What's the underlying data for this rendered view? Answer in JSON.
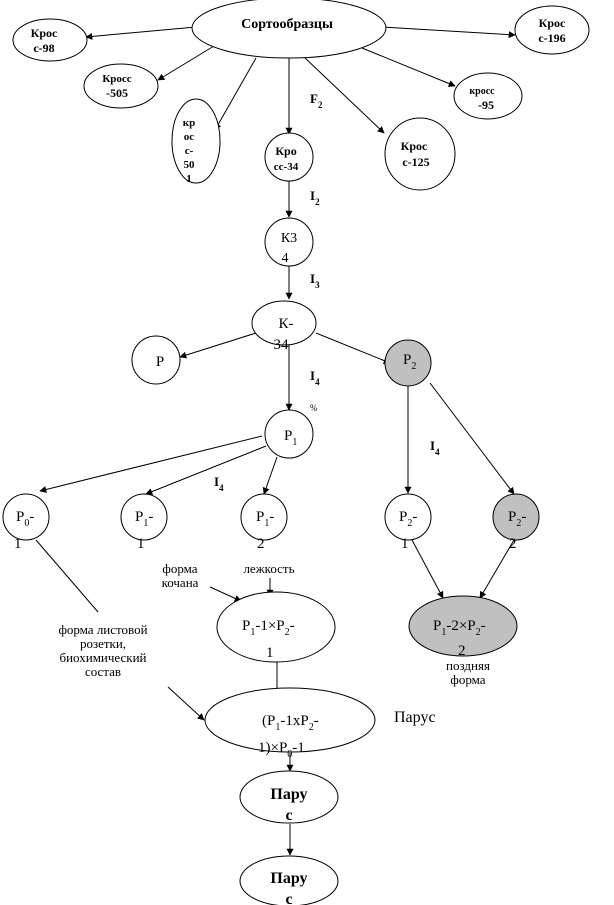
{
  "colors": {
    "stroke": "#000000",
    "fill": "#ffffff",
    "gray_fill": "#c0c0c0"
  },
  "nodes": {
    "root": "Сортообразцы",
    "kross98": [
      "Крос",
      "с-98"
    ],
    "kross196": [
      "Крос",
      "с-196"
    ],
    "kross505": [
      "Кросс",
      "-505"
    ],
    "kross95": [
      "кросс",
      "-95"
    ],
    "kross501": [
      "кр",
      "ос",
      "с-",
      "50",
      "1"
    ],
    "kross34": [
      "Кро",
      "сс-34"
    ],
    "kross125": [
      "Крос",
      "с-125"
    ],
    "k34a": [
      "К3",
      "4"
    ],
    "k34b": [
      "К-",
      "34"
    ],
    "p": "Р",
    "p1": {
      "base": "P",
      "sub": "1"
    },
    "p2top": {
      "base": "P",
      "sub": "2"
    },
    "p01": {
      "base": "P",
      "sub": "0",
      "tail": "-",
      "line2": "1"
    },
    "p11": {
      "base": "P",
      "sub": "1",
      "tail": "-",
      "line2": "1"
    },
    "p12": {
      "base": "P",
      "sub": "1",
      "tail": "-",
      "line2": "2"
    },
    "p21": {
      "base": "P",
      "sub": "2",
      "tail": "-",
      "line2": "1"
    },
    "p22": {
      "base": "P",
      "sub": "2",
      "tail": "-",
      "line2": "2"
    },
    "cross1": {
      "a": "P",
      "as": "1",
      "b": "-1×P",
      "bs": "2",
      "c": "-",
      "line2": "1"
    },
    "cross2": {
      "a": "P",
      "as": "1",
      "b": "-2×P",
      "bs": "2",
      "c": "-",
      "line2": "2"
    },
    "cross3": {
      "l1a": "(P",
      "l1as": "1",
      "l1b": "-1xP",
      "l1bs": "2",
      "l1c": "-",
      "l2a": "1)×P",
      "l2as": "0",
      "l2b": "-1"
    },
    "parus1": [
      "Пару",
      "с"
    ],
    "parus2": [
      "Пару",
      "с"
    ]
  },
  "generations": {
    "f2": {
      "base": "F",
      "sub": "2"
    },
    "i2": {
      "base": "I",
      "sub": "2"
    },
    "i3": {
      "base": "I",
      "sub": "3"
    },
    "i4a": {
      "base": "I",
      "sub": "4"
    },
    "percent": "%",
    "i4b": {
      "base": "I",
      "sub": "4"
    },
    "i4c": {
      "base": "I",
      "sub": "4"
    }
  },
  "annotations": {
    "forma_kochana": [
      "форма",
      "кочана"
    ],
    "lezhkost": "лежкость",
    "rozetka": [
      "форма листовой",
      "розетки,",
      "биохимический",
      "состав"
    ],
    "parus_label": "Парус",
    "pozdnyaya": [
      "поздняя",
      "форма"
    ]
  }
}
